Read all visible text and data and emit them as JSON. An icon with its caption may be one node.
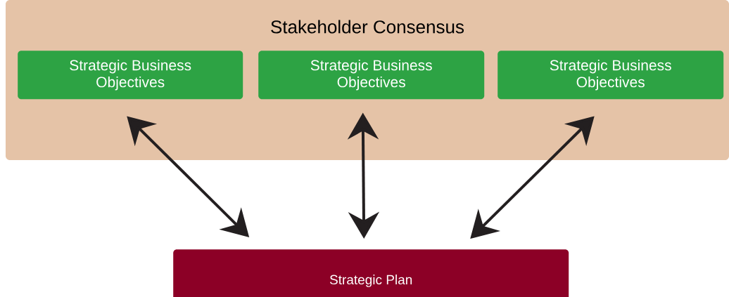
{
  "diagram": {
    "nodes": [
      {
        "text": [
          "Stakeholder Consensus"
        ]
      },
      {
        "text": [
          "Strategic Business Objectives"
        ],
        "in": 0
      },
      {
        "text": [
          "Strategic Business Objectives"
        ],
        "in": 0
      },
      {
        "text": [
          "Strategic Business Objectives"
        ],
        "in": 0
      },
      {
        "text": [
          "Strategic Plan"
        ]
      }
    ],
    "edges": [
      {
        "from": 1,
        "to": 4,
        "arrow": "both"
      },
      {
        "from": 2,
        "to": 4,
        "arrow": "both"
      },
      {
        "from": 3,
        "to": 4,
        "arrow": "both"
      }
    ]
  }
}
